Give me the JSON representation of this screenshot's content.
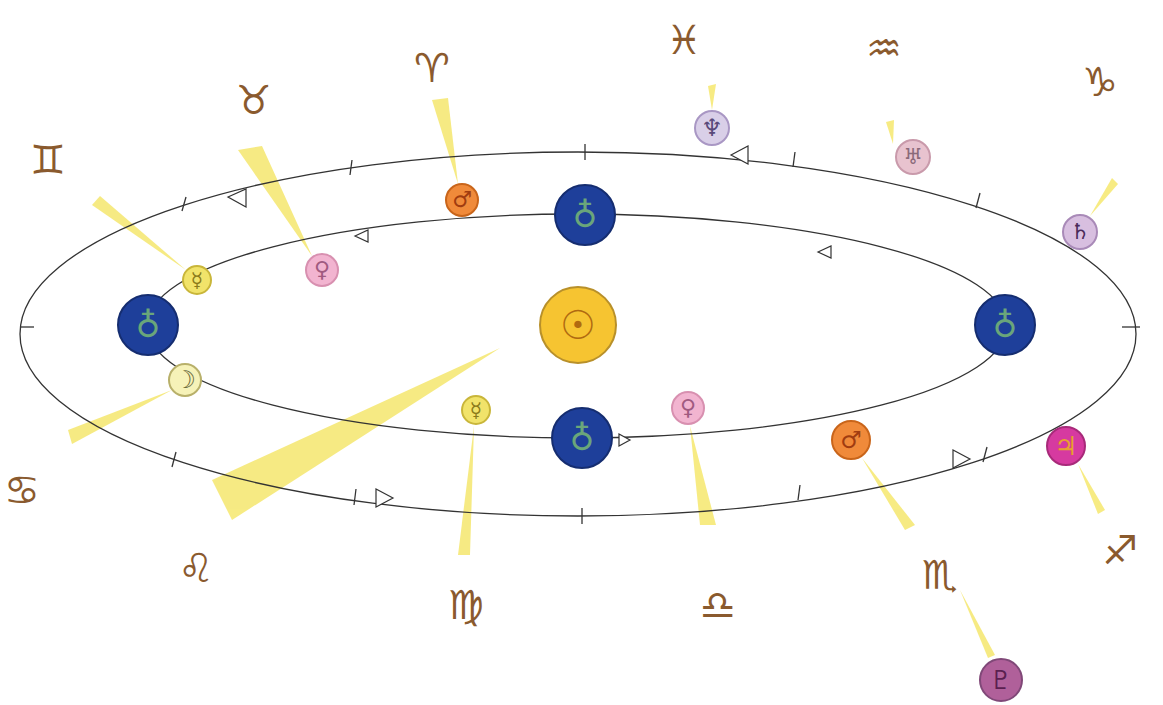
{
  "diagram": {
    "nodes": [
      {
        "text": [
          "♆"
        ]
      },
      {
        "text": [
          "♅"
        ]
      },
      {
        "text": [
          "♂"
        ]
      },
      {
        "text": [
          "♁"
        ]
      },
      {
        "text": [
          "♄"
        ]
      },
      {
        "text": [
          "♀"
        ]
      },
      {
        "text": [
          "☿"
        ]
      },
      {
        "text": [
          "♁"
        ]
      },
      {
        "text": [
          "☉"
        ]
      },
      {
        "text": [
          "♁"
        ]
      },
      {
        "text": [
          "☽"
        ]
      },
      {
        "text": [
          "☿"
        ]
      },
      {
        "text": [
          "♀"
        ]
      },
      {
        "text": [
          "♁"
        ]
      },
      {
        "text": [
          "♂"
        ]
      },
      {
        "text": [
          "♃"
        ]
      },
      {
        "text": [
          "♇"
        ]
      }
    ],
    "labels": [
      "♓",
      "♒",
      "♈",
      "♉",
      "♑",
      "♊",
      "♋",
      "♌",
      "♍",
      "♎",
      "♏",
      "♐"
    ]
  }
}
